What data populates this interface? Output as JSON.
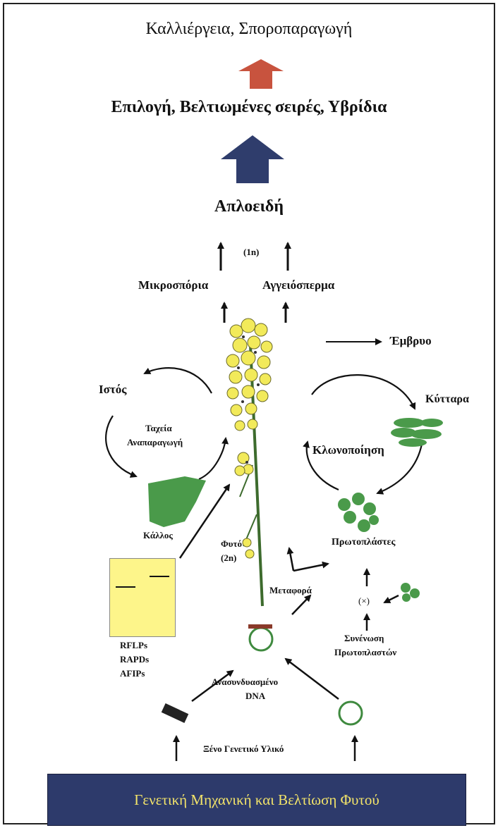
{
  "top_title": "Καλλιέργεια, Σποροπαραγωγή",
  "selection": "Επιλογή, Βελτιωμένες σειρές, Υβρίδια",
  "haploids": "Απλοειδή",
  "haploid_ploidy": "(1n)",
  "microspores": "Μικροσπόρια",
  "angiosperm": "Αγγειόσπερμα",
  "embryo": "Έμβρυο",
  "tissue": "Ιστός",
  "rapid_propagation": [
    "Ταχεία",
    "Αναπαραγωγή"
  ],
  "cells": "Κύτταρα",
  "cloning": "Κλωνοποίηση",
  "callus": "Κάλλος",
  "plant": [
    "Φυτό",
    "(2n)"
  ],
  "protoplasts": "Πρωτοπλάστες",
  "transfer": "Μεταφορά",
  "cross_mark": "(×)",
  "protoplast_fusion": [
    "Συνένωση",
    "Πρωτοπλαστών"
  ],
  "markers": [
    "RFLPs",
    "RAPDs",
    "AFIPs"
  ],
  "recombinant_dna": [
    "Ανασυνδυασμένο",
    "DNA"
  ],
  "foreign_material": "Ξένο Γενετικό Υλικό",
  "banner": "Γενετική Μηχανική και Βελτίωση Φυτού",
  "colors": {
    "red_arrow": "#c8533e",
    "blue_arrow": "#2f3d6c",
    "green": "#4a9a4a",
    "banner_bg": "#2d3a6b",
    "banner_text": "#f3e46a",
    "gel_bg": "#fdf58a",
    "flower_yellow": "#f2ea5a"
  }
}
